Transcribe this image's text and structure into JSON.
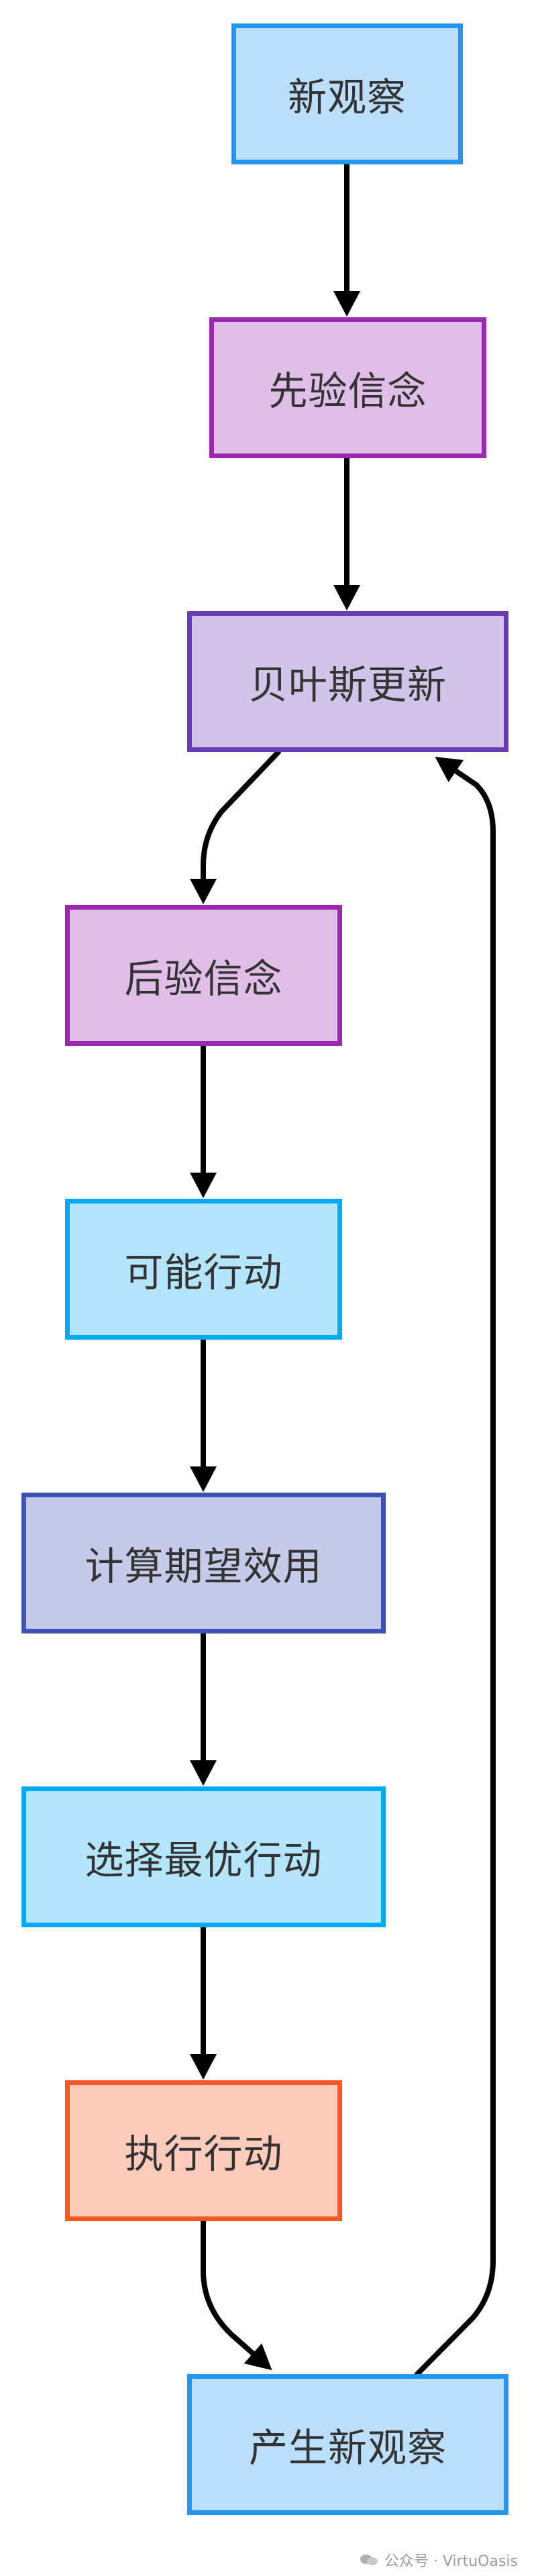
{
  "diagram": {
    "nodes": [
      {
        "id": "n1",
        "label": "新观察",
        "fill": "#bbdefb",
        "stroke": "#2196f3"
      },
      {
        "id": "n2",
        "label": "先验信念",
        "fill": "#e1bee7",
        "stroke": "#9c27b0"
      },
      {
        "id": "n3",
        "label": "贝叶斯更新",
        "fill": "#d1c4e9",
        "stroke": "#673ab7"
      },
      {
        "id": "n4",
        "label": "后验信念",
        "fill": "#e1bee7",
        "stroke": "#9c27b0"
      },
      {
        "id": "n5",
        "label": "可能行动",
        "fill": "#b3e5fc",
        "stroke": "#03a9f4"
      },
      {
        "id": "n6",
        "label": "计算期望效用",
        "fill": "#c5cae9",
        "stroke": "#3f51b5"
      },
      {
        "id": "n7",
        "label": "选择最优行动",
        "fill": "#b3e5fc",
        "stroke": "#03a9f4"
      },
      {
        "id": "n8",
        "label": "执行行动",
        "fill": "#ffccbc",
        "stroke": "#ff5722"
      },
      {
        "id": "n9",
        "label": "产生新观察",
        "fill": "#bbdefb",
        "stroke": "#2196f3"
      }
    ],
    "edges": [
      {
        "from": "n1",
        "to": "n2"
      },
      {
        "from": "n2",
        "to": "n3"
      },
      {
        "from": "n3",
        "to": "n4"
      },
      {
        "from": "n4",
        "to": "n5"
      },
      {
        "from": "n5",
        "to": "n6"
      },
      {
        "from": "n6",
        "to": "n7"
      },
      {
        "from": "n7",
        "to": "n8"
      },
      {
        "from": "n8",
        "to": "n9"
      },
      {
        "from": "n9",
        "to": "n3"
      }
    ],
    "edge_color": "#000000"
  },
  "watermark": {
    "text": "公众号 · VirtuOasis",
    "icon": "wechat-icon"
  }
}
